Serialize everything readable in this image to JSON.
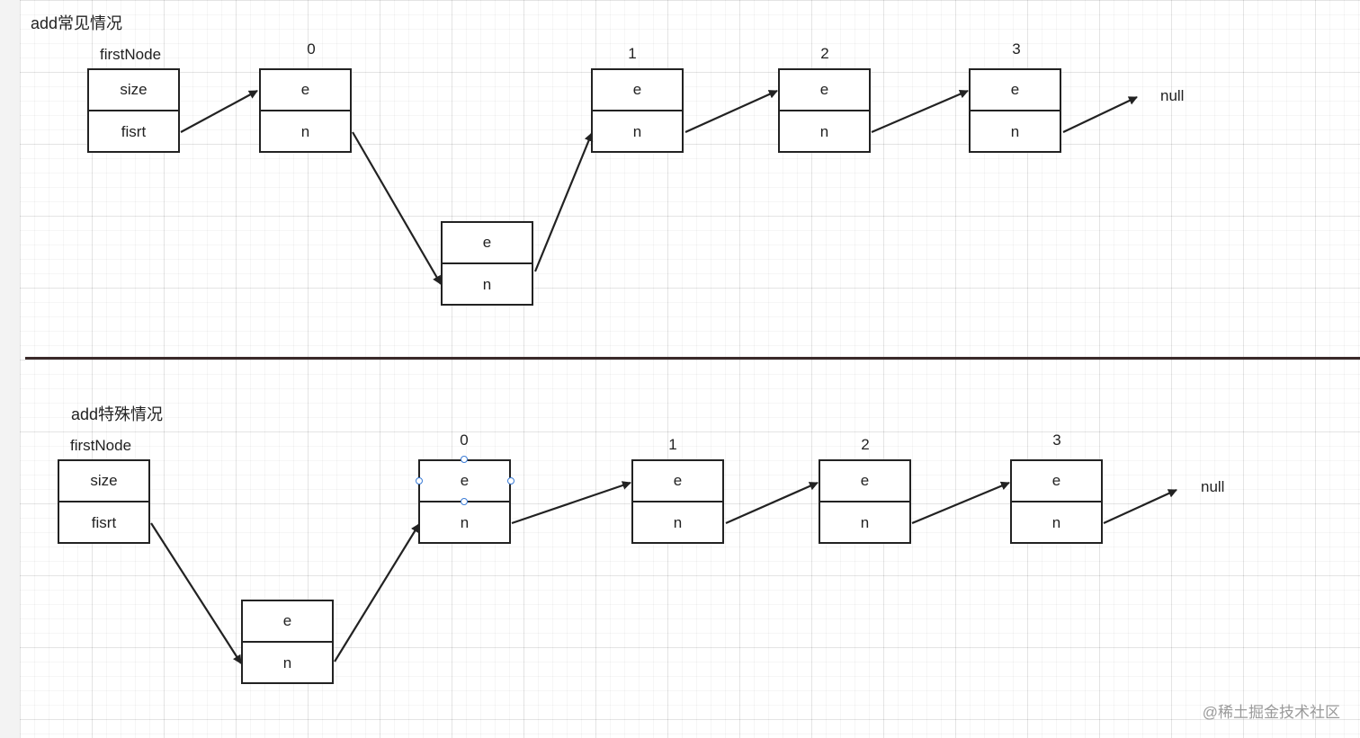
{
  "top": {
    "title": "add常见情况",
    "first_node_label": "firstNode",
    "head_cells": [
      "size",
      "fisrt"
    ],
    "indices": [
      "0",
      "1",
      "2",
      "3"
    ],
    "cell_top": "e",
    "cell_bottom": "n",
    "null_label": "null"
  },
  "bottom": {
    "title": "add特殊情况",
    "first_node_label": "firstNode",
    "head_cells": [
      "size",
      "fisrt"
    ],
    "indices": [
      "0",
      "1",
      "2",
      "3"
    ],
    "cell_top": "e",
    "cell_bottom": "n",
    "null_label": "null"
  },
  "watermark": "@稀土掘金技术社区",
  "colors": {
    "stroke": "#222222",
    "selection_handle": "#3a7bd5"
  }
}
